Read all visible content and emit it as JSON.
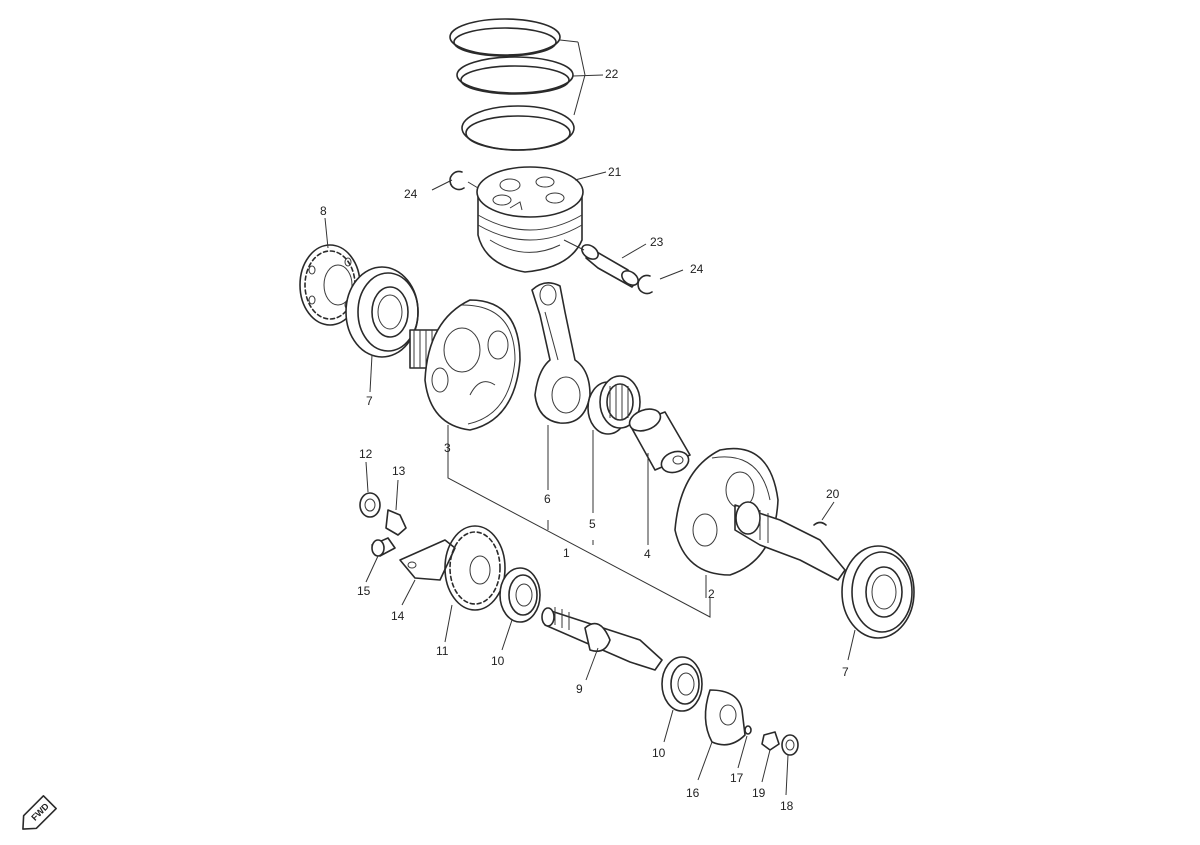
{
  "diagram": {
    "type": "exploded-parts-view",
    "callouts": {
      "c1": "1",
      "c2": "2",
      "c3": "3",
      "c4": "4",
      "c5": "5",
      "c6": "6",
      "c7a": "7",
      "c7b": "7",
      "c8": "8",
      "c9": "9",
      "c10a": "10",
      "c10b": "10",
      "c11": "11",
      "c12": "12",
      "c13": "13",
      "c14": "14",
      "c15": "15",
      "c16": "16",
      "c17": "17",
      "c18": "18",
      "c19": "19",
      "c20": "20",
      "c21": "21",
      "c22": "22",
      "c23": "23",
      "c24a": "24",
      "c24b": "24"
    },
    "direction_badge": "FWD"
  }
}
